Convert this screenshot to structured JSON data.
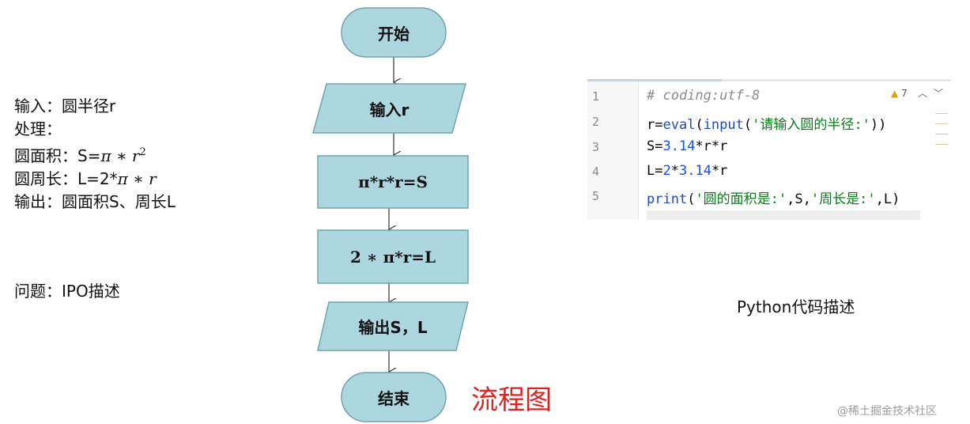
{
  "ipo": {
    "line1": "输入：圆半径r",
    "line2": "处理：",
    "line3_prefix": "圆面积：S=",
    "line3_math": "π ∗ r",
    "line3_exp": "2",
    "line4_prefix": "圆周长：L=2*",
    "line4_math": "π ∗ r",
    "line5": "输出：圆面积S、周长L",
    "note": "问题：IPO描述"
  },
  "flowchart": {
    "start": "开始",
    "input": "输入r",
    "step1": "π*r*r=S",
    "step2": "2 ∗ π*r=L",
    "output": "输出S，L",
    "end": "结束",
    "caption": "流程图"
  },
  "code": {
    "warning_count": "7",
    "line_numbers": [
      "1",
      "2",
      "3",
      "4",
      "5"
    ],
    "line1": "# coding:utf-8",
    "line2_a": "r=",
    "line2_b": "eval",
    "line2_c": "(",
    "line2_d": "input",
    "line2_e": "(",
    "line2_f": "'请输入圆的半径:'",
    "line2_g": "))",
    "line3_a": "S=",
    "line3_b": "3.14",
    "line3_c": "*r*r",
    "line4_a": "L=",
    "line4_b": "2",
    "line4_c": "*",
    "line4_d": "3.14",
    "line4_e": "*r",
    "line5_a": "print",
    "line5_b": "(",
    "line5_c": "'圆的面积是:'",
    "line5_d": ",S,",
    "line5_e": "'周长是:'",
    "line5_f": ",L)",
    "caption": "Python代码描述"
  },
  "watermark": "@稀土掘金技术社区",
  "colors": {
    "node_fill": "#add7df",
    "node_stroke": "#6fa4b0",
    "caption_red": "#e0221c"
  }
}
